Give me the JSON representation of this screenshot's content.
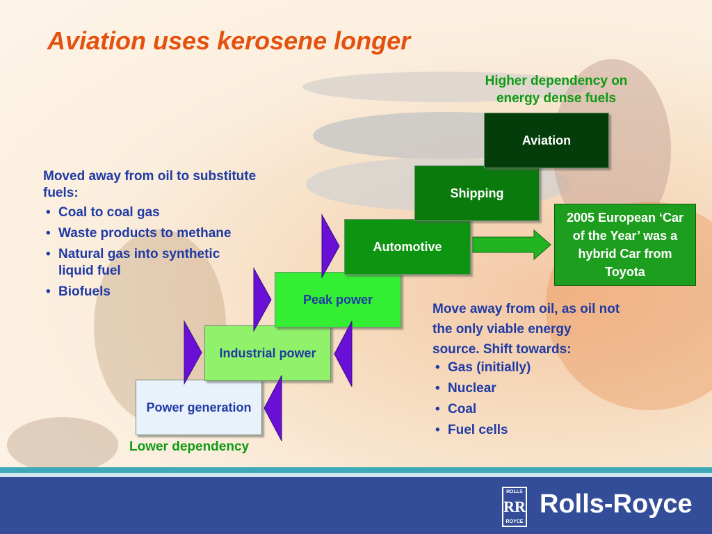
{
  "title": "Aviation uses kerosene longer",
  "top_label": "Higher dependency on energy dense fuels",
  "bottom_label": "Lower dependency",
  "left_text": {
    "heading": "Moved away from oil to substitute fuels:",
    "bullets": [
      "Coal to coal gas",
      "Waste products to methane",
      "Natural gas into synthetic liquid fuel",
      "Biofuels"
    ]
  },
  "right_text": {
    "heading": "Move away from oil, as oil not the only viable energy source.  Shift towards:",
    "bullets": [
      "Gas (initially)",
      "Nuclear",
      "Coal",
      "Fuel cells"
    ]
  },
  "steps": [
    {
      "label": "Power generation",
      "fill": "#e9f2fb",
      "text_color": "#1f3aa4"
    },
    {
      "label": "Industrial power",
      "fill": "#90f26a",
      "text_color": "#1f3aa4"
    },
    {
      "label": "Peak power",
      "fill": "#33ee33",
      "text_color": "#1f3aa4"
    },
    {
      "label": "Automotive",
      "fill": "#0d9411",
      "text_color": "#ffffff"
    },
    {
      "label": "Shipping",
      "fill": "#0a7a0d",
      "text_color": "#ffffff"
    },
    {
      "label": "Aviation",
      "fill": "#053d0a",
      "text_color": "#ffffff"
    }
  ],
  "callout": "2005 European ‘Car of the Year’ was a hybrid Car from Toyota",
  "footer": {
    "brand": "Rolls-Royce",
    "badge_top": "ROLLS",
    "badge_mono": "RR",
    "badge_bottom": "ROYCE"
  },
  "colors": {
    "title": "#e4510f",
    "green_label": "#0e9a14",
    "blue_text": "#1f3aa4",
    "arrow_purple": "#6a10d6",
    "callout_green": "#1e9e1e",
    "footer": "#334d98"
  }
}
